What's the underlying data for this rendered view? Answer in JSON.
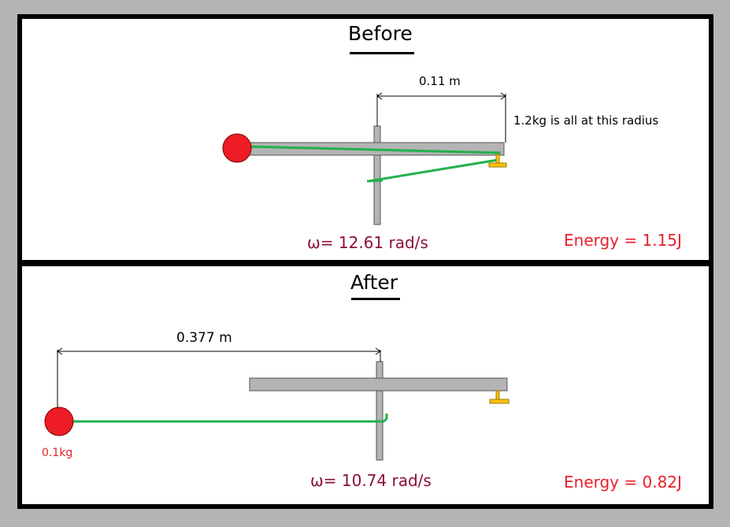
{
  "before": {
    "heading": "Before",
    "distance_label": "0.11 m",
    "radius_note": "1.2kg is all at this radius",
    "omega": "ω= 12.61 rad/s",
    "energy": "Energy = 1.15J"
  },
  "after": {
    "heading": "After",
    "distance_label": "0.377 m",
    "mass_label": "0.1kg",
    "omega": "ω= 10.74 rad/s",
    "energy": "Energy = 0.82J"
  },
  "colors": {
    "ball": "#ee1c24",
    "string": "#22b14c",
    "bar": "#b4b4b4",
    "weight": "#ffc20e",
    "omega_text": "#8b0f3a",
    "energy_text": "#e8202a"
  }
}
